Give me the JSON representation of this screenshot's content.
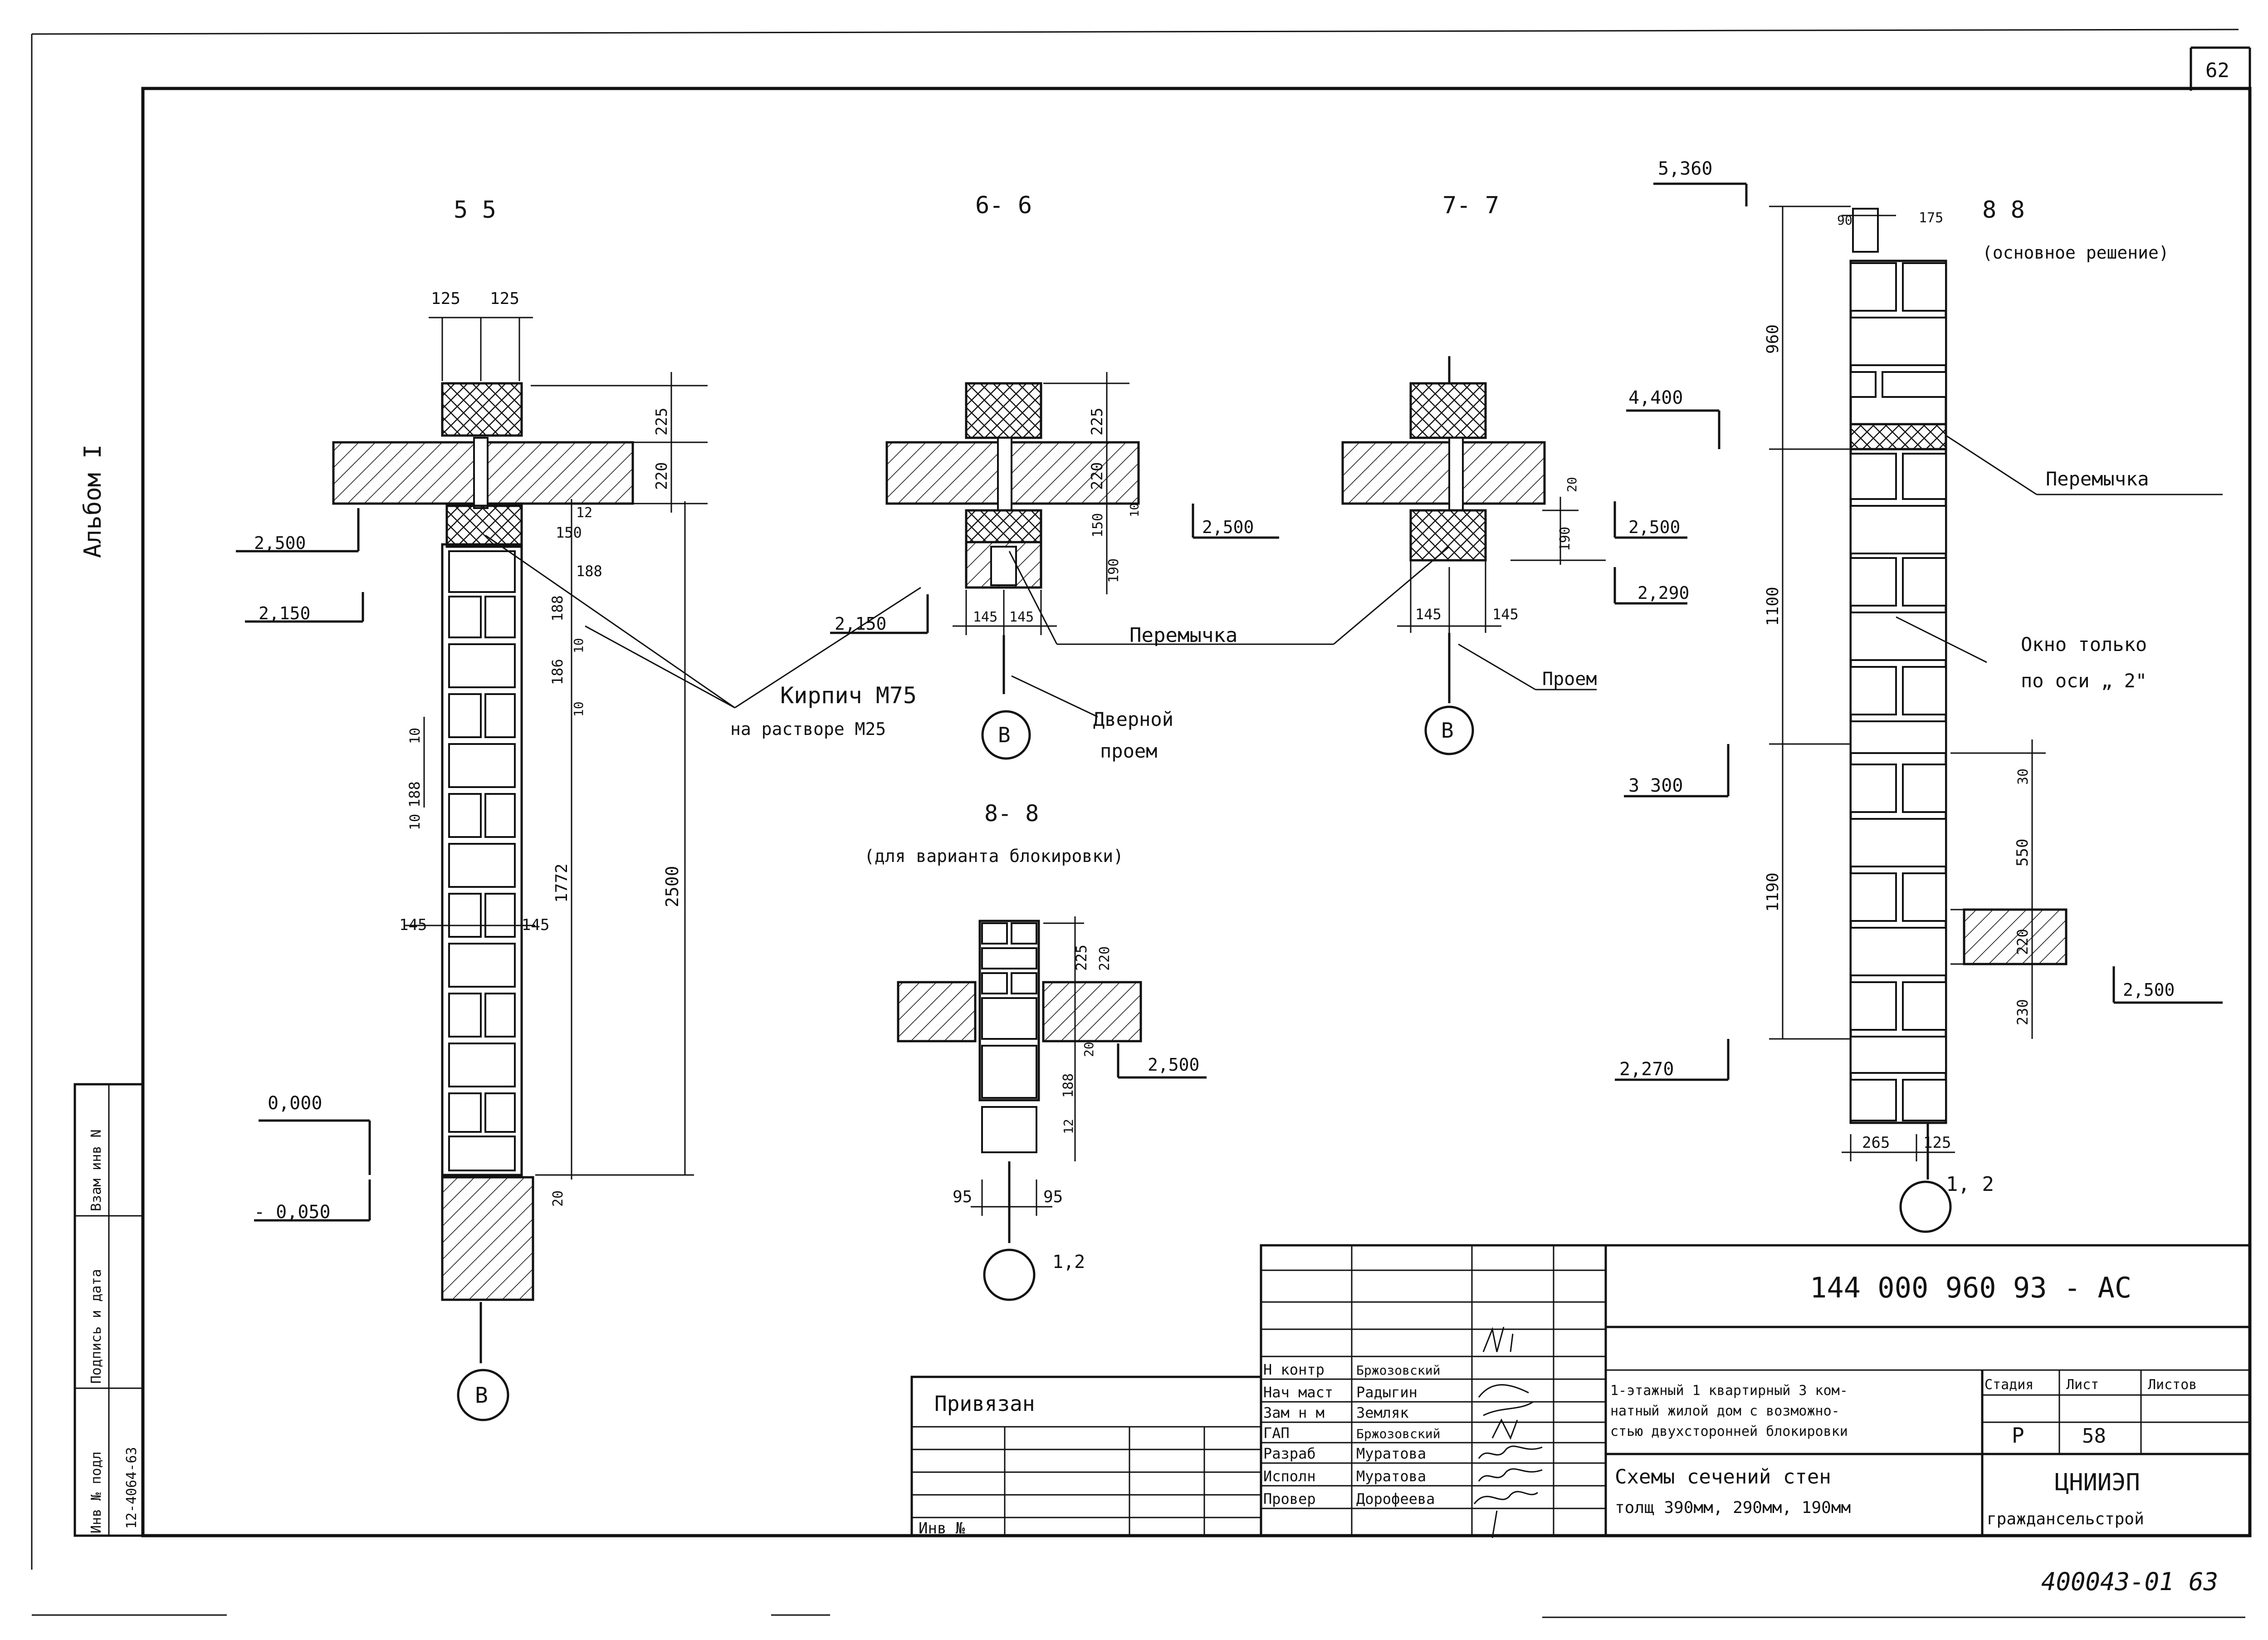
{
  "sheet": {
    "page_number": "62",
    "album": "Альбом I",
    "bottom_code": "400043-01 63"
  },
  "sections": {
    "s55": {
      "title": "5 5",
      "dims": [
        "125",
        "125",
        "225",
        "220",
        "150",
        "12",
        "188",
        "10",
        "188",
        "10",
        "186",
        "10",
        "188",
        "10",
        "1772",
        "2500",
        "145",
        "145",
        "20"
      ],
      "levels": [
        "2,500",
        "2,150",
        "0,000",
        "- 0,050"
      ],
      "axis": "B"
    },
    "s66": {
      "title": "6- 6",
      "dims": [
        "225",
        "220",
        "150",
        "190",
        "145",
        "145",
        "10"
      ],
      "levels": [
        "2,500",
        "2,150"
      ],
      "axis": "B",
      "note": "Дверной",
      "note2": "проем"
    },
    "s77": {
      "title": "7- 7",
      "dims": [
        "20",
        "190",
        "145",
        "145"
      ],
      "levels": [
        "2,500",
        "2,290"
      ],
      "axis": "B",
      "note": "Проем"
    },
    "s88main": {
      "title": "8 8",
      "subtitle": "(основное решение)",
      "dims": [
        "90",
        "175",
        "960",
        "1100",
        "1190",
        "30",
        "550",
        "220",
        "230",
        "265",
        "125"
      ],
      "levels": [
        "5,360",
        "4,400",
        "3 300",
        "2,270",
        "2,500"
      ],
      "axis": "1, 2",
      "note": "Перемычка",
      "note_window": "Окно только",
      "note_window2": "по оси „ 2\""
    },
    "s88block": {
      "title": "8- 8",
      "subtitle": "(для варианта блокировки)",
      "dims": [
        "225",
        "220",
        "20",
        "188",
        "12",
        "95",
        "95"
      ],
      "levels": [
        "2,500"
      ],
      "axis": "1,2"
    },
    "callouts": {
      "brick_line1": "Кирпич М75",
      "brick_line2": "на растворе М25",
      "lintel": "Перемычка"
    }
  },
  "side_stamp": {
    "labels": [
      "Инв № подл",
      "Подпись и дата",
      "Взам инв N"
    ],
    "inv_value": "12-4064-63"
  },
  "title_block": {
    "doc_code": "144 000 960 93 - АС",
    "bound_label": "Привязан",
    "inv_label": "Инв №",
    "roles": [
      {
        "role": "Н контр",
        "name": "Бржозовский"
      },
      {
        "role": "Нач маст",
        "name": "Радыгин"
      },
      {
        "role": "Зам н м",
        "name": "Земляк"
      },
      {
        "role": "ГАП",
        "name": "Бржозовский"
      },
      {
        "role": "Разраб",
        "name": "Муратова"
      },
      {
        "role": "Исполн",
        "name": "Муратова"
      },
      {
        "role": "Провер",
        "name": "Дорофеева"
      }
    ],
    "project_line1": "1-этажный 1 квартирный 3 ком-",
    "project_line2": "натный жилой дом с возможно-",
    "project_line3": "стью двухсторонней блокировки",
    "sheet_title1": "Схемы сечений стен",
    "sheet_title2": "толщ 390мм, 290мм, 190мм",
    "stage_label": "Стадия",
    "sheet_label": "Лист",
    "sheets_label": "Листов",
    "stage_value": "Р",
    "sheet_value": "58",
    "org_line1": "ЦНИИЭП",
    "org_line2": "граждансельстрой"
  }
}
